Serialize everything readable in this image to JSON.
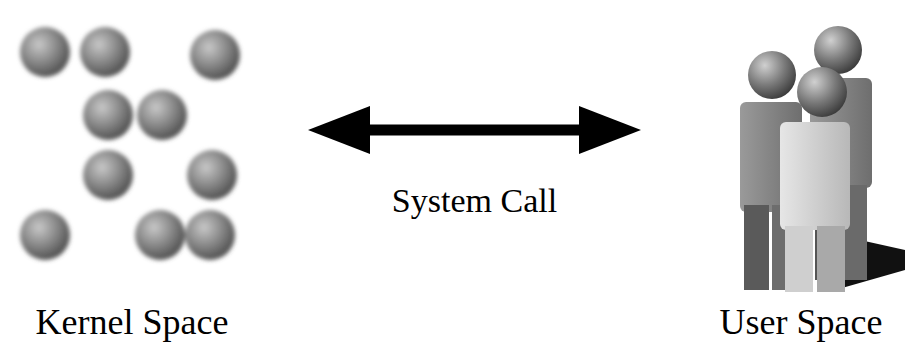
{
  "diagram": {
    "nodes": [
      {
        "text": [
          "Kernel Space"
        ]
      },
      {
        "text": [
          "User Space"
        ]
      }
    ],
    "edges": [
      {
        "from": 0,
        "to": 1,
        "label": "System Call",
        "arrow": "both"
      }
    ]
  }
}
